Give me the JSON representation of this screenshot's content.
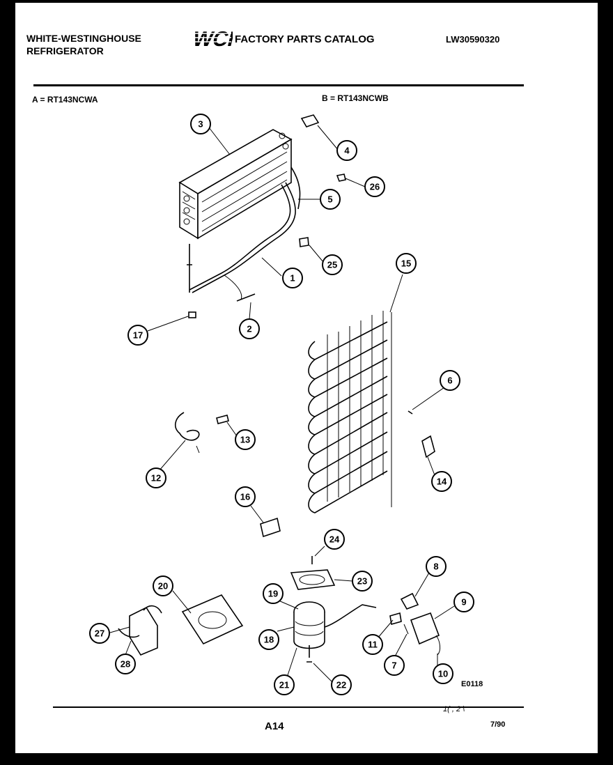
{
  "header": {
    "brand_line1": "WHITE-WESTINGHOUSE",
    "brand_line2": "REFRIGERATOR",
    "logo_text": "WCI",
    "catalog_title": "FACTORY PARTS CATALOG",
    "catalog_number": "LW30590320"
  },
  "models": {
    "a": "A = RT143NCWA",
    "b": "B = RT143NCWB"
  },
  "callouts": [
    "1",
    "2",
    "3",
    "4",
    "5",
    "6",
    "7",
    "8",
    "9",
    "10",
    "11",
    "12",
    "13",
    "14",
    "15",
    "16",
    "17",
    "18",
    "19",
    "20",
    "21",
    "22",
    "23",
    "24",
    "25",
    "26",
    "27",
    "28"
  ],
  "footer": {
    "diagram_code": "E0118",
    "page": "A14",
    "date": "7/90",
    "margin_note": "1( , 2 \\"
  }
}
